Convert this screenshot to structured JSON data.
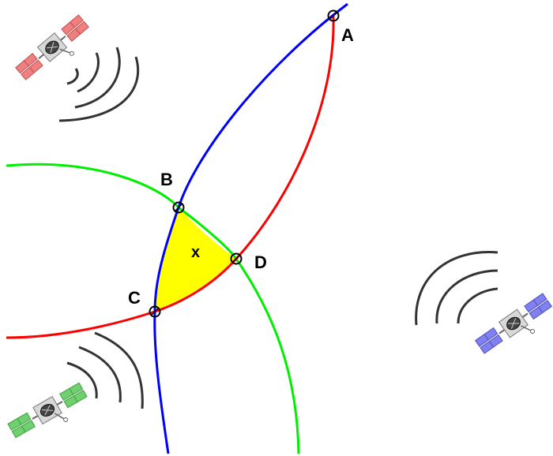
{
  "colors": {
    "circle_red": "#ff0000",
    "circle_blue": "#0000ff",
    "circle_green": "#00ee00",
    "overlap_region": "#ffff00",
    "signal_waves": "#333333",
    "satellite_red": "#f08080",
    "satellite_blue": "#8080f0",
    "satellite_green": "#70d070"
  },
  "points": {
    "A": "A",
    "B": "B",
    "C": "C",
    "D": "D"
  },
  "region_label": "x",
  "satellites": [
    {
      "name": "satellite-red",
      "color_key": "satellite_red"
    },
    {
      "name": "satellite-blue",
      "color_key": "satellite_blue"
    },
    {
      "name": "satellite-green",
      "color_key": "satellite_green"
    }
  ]
}
